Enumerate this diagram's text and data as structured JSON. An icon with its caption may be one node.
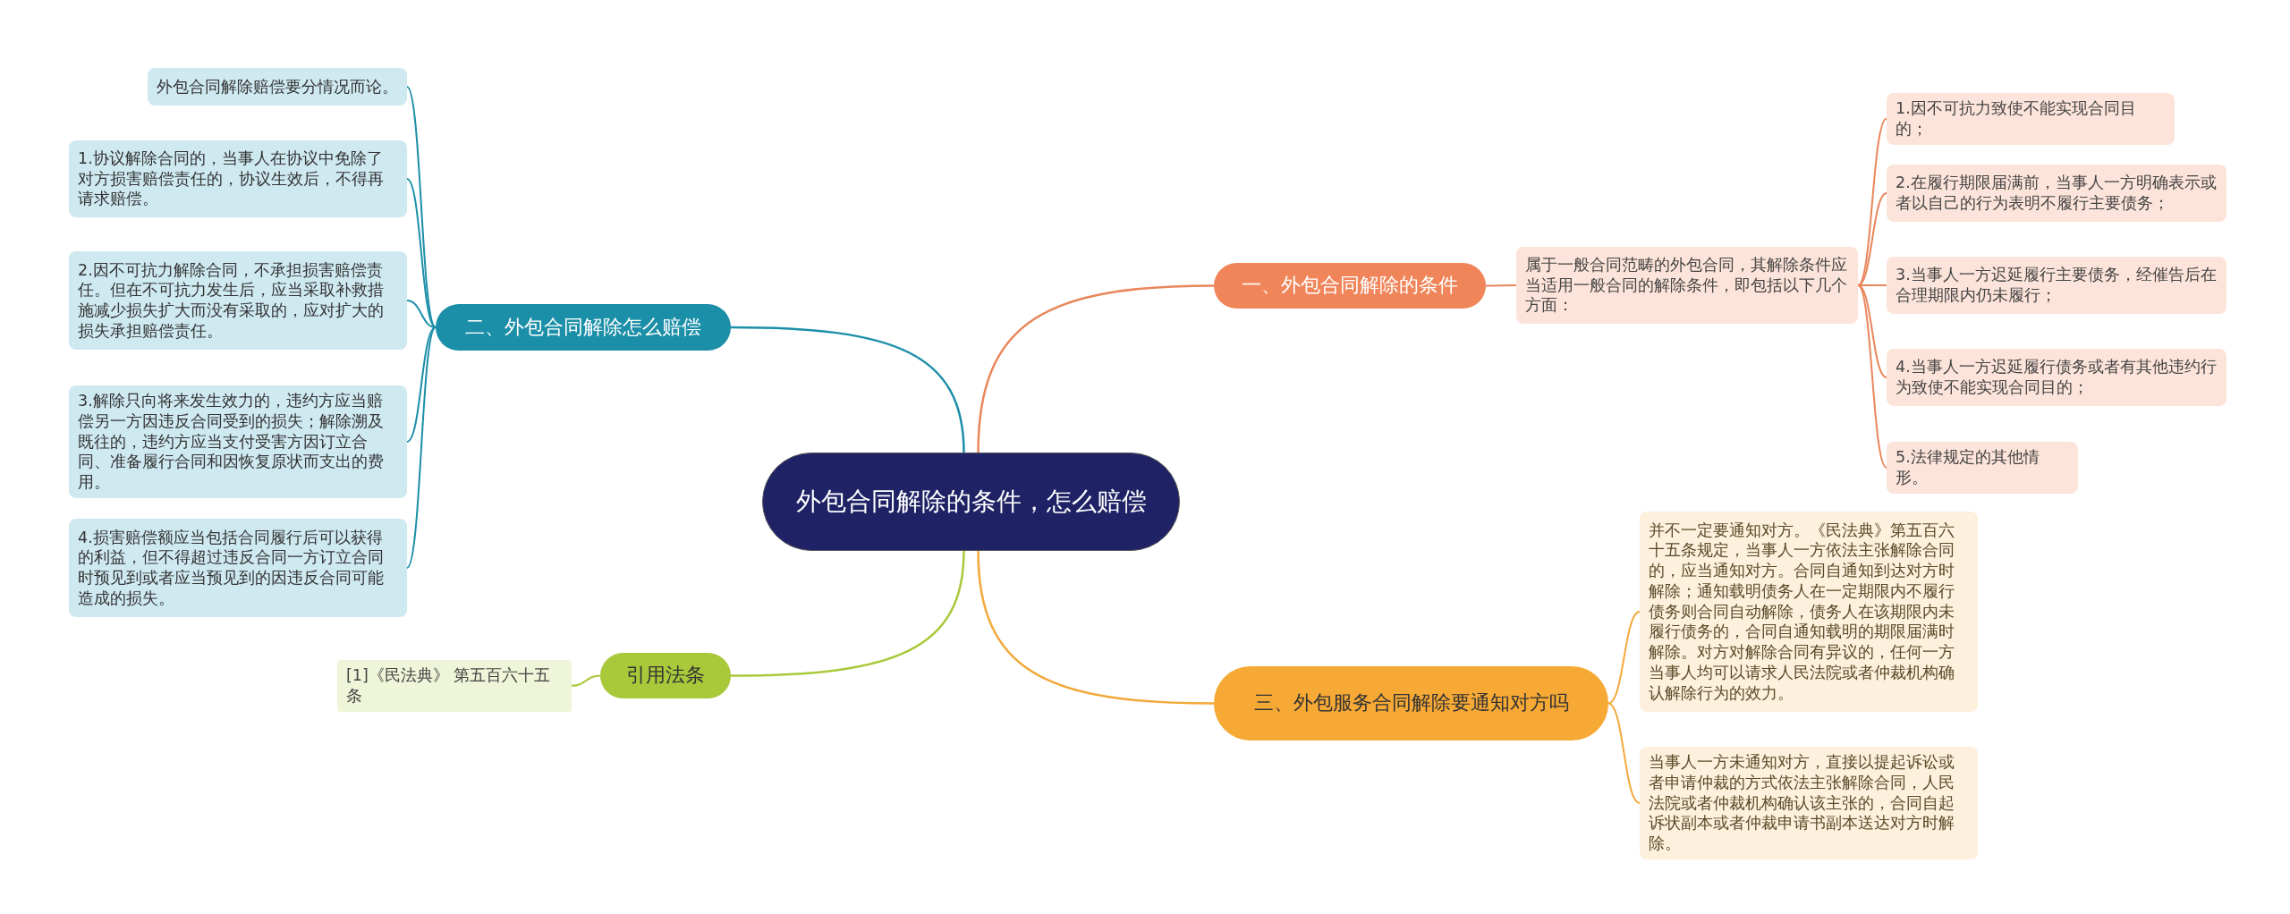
{
  "diagram": {
    "nodes": [
      {
        "text": [
          "外包合同解除的条件，怎么赔偿"
        ]
      },
      {
        "text": [
          "一、外包合同解除的条件"
        ]
      },
      {
        "text": [
          "属于一般合同范畴的外包合同，其解除条件应当适用一般合同的解除条件，即包括以下几个方面："
        ]
      },
      {
        "text": [
          "1.因不可抗力致使不能实现合同目的；"
        ]
      },
      {
        "text": [
          "2.在履行期限届满前，当事人一方明确表示或者以自己的行为表明不履行主要债务；"
        ]
      },
      {
        "text": [
          "3.当事人一方迟延履行主要债务，经催告后在合理期限内仍未履行；"
        ]
      },
      {
        "text": [
          "4.当事人一方迟延履行债务或者有其他违约行为致使不能实现合同目的；"
        ]
      },
      {
        "text": [
          "5.法律规定的其他情形。"
        ]
      },
      {
        "text": [
          "二、外包合同解除怎么赔偿"
        ]
      },
      {
        "text": [
          "外包合同解除赔偿要分情况而论。"
        ]
      },
      {
        "text": [
          "1.协议解除合同的，当事人在协议中免除了对方损害赔偿责任的，协议生效后，不得再请求赔偿。"
        ]
      },
      {
        "text": [
          "2.因不可抗力解除合同，不承担损害赔偿责任。但在不可抗力发生后，应当采取补救措施减少损失扩大而没有采取的，应对扩大的损失承担赔偿责任。"
        ]
      },
      {
        "text": [
          "3.解除只向将来发生效力的，违约方应当赔偿另一方因违反合同受到的损失；解除溯及既往的，违约方应当支付受害方因订立合同、准备履行合同和因恢复原状而支出的费用。"
        ]
      },
      {
        "text": [
          "4.损害赔偿额应当包括合同履行后可以获得的利益，但不得超过违反合同一方订立合同时预见到或者应当预见到的因违反合同可能造成的损失。"
        ]
      },
      {
        "text": [
          "三、外包服务合同解除要通知对方吗"
        ]
      },
      {
        "text": [
          "并不一定要通知对方。《民法典》第五百六十五条规定，当事人一方依法主张解除合同的，应当通知对方。合同自通知到达对方时解除；通知载明债务人在一定期限内不履行债务则合同自动解除，债务人在该期限内未履行债务的，合同自通知载明的期限届满时解除。对方对解除合同有异议的，任何一方当事人均可以请求人民法院或者仲裁机构确认解除行为的效力。"
        ]
      },
      {
        "text": [
          "当事人一方未通知对方，直接以提起诉讼或者申请仲裁的方式依法主张解除合同，人民法院或者仲裁机构确认该主张的，合同自起诉状副本或者仲裁申请书副本送达对方时解除。"
        ]
      },
      {
        "text": [
          "引用法条"
        ]
      },
      {
        "text": [
          "[1]《民法典》 第五百六十五条"
        ]
      }
    ],
    "edges": [
      {
        "from": 0,
        "to": 1,
        "arrow": "none"
      },
      {
        "from": 0,
        "to": 8,
        "arrow": "none",
        "color": "#1c8fa8"
      },
      {
        "from": 0,
        "to": 14,
        "arrow": "none",
        "color": "#f2a93b"
      },
      {
        "from": 0,
        "to": 17,
        "arrow": "none",
        "color": "#a9c83a"
      },
      {
        "from": 1,
        "to": 2,
        "arrow": "none"
      },
      {
        "from": 2,
        "to": 3,
        "arrow": "none"
      },
      {
        "from": 2,
        "to": 4,
        "arrow": "none"
      },
      {
        "from": 2,
        "to": 5,
        "arrow": "none"
      },
      {
        "from": 2,
        "to": 6,
        "arrow": "none"
      },
      {
        "from": 2,
        "to": 7,
        "arrow": "none"
      },
      {
        "from": 8,
        "to": 9,
        "arrow": "none",
        "color": "#1c8fa8"
      },
      {
        "from": 8,
        "to": 10,
        "arrow": "none",
        "color": "#1c8fa8"
      },
      {
        "from": 8,
        "to": 11,
        "arrow": "none",
        "color": "#1c8fa8"
      },
      {
        "from": 8,
        "to": 12,
        "arrow": "none",
        "color": "#1c8fa8"
      },
      {
        "from": 8,
        "to": 13,
        "arrow": "none",
        "color": "#1c8fa8"
      },
      {
        "from": 14,
        "to": 15,
        "arrow": "none",
        "color": "#f2a93b"
      },
      {
        "from": 14,
        "to": 16,
        "arrow": "none",
        "color": "#f2a93b"
      },
      {
        "from": 17,
        "to": 18,
        "arrow": "none",
        "color": "#a9c83a"
      }
    ]
  }
}
